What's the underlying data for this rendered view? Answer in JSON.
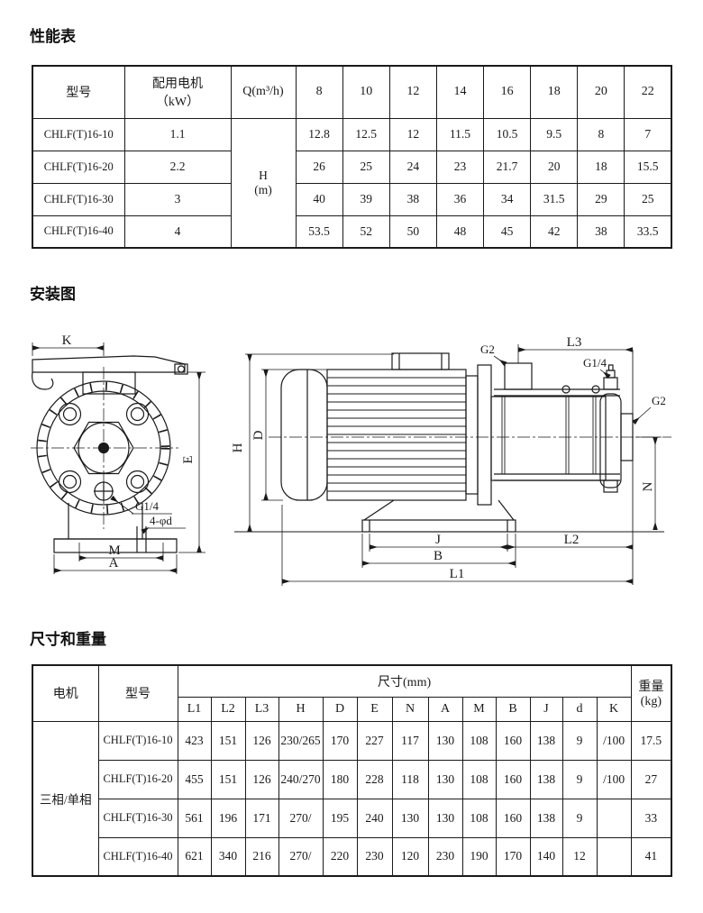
{
  "sections": {
    "performance": "性能表",
    "installation": "安装图",
    "dimensions": "尺寸和重量"
  },
  "performance_table": {
    "col_model": "型号",
    "col_motor_line1": "配用电机",
    "col_motor_line2": "（kW）",
    "col_q": "Q(m³/h)",
    "flow_values": [
      "8",
      "10",
      "12",
      "14",
      "16",
      "18",
      "20",
      "22"
    ],
    "h_unit_line1": "H",
    "h_unit_line2": "(m)",
    "rows": [
      {
        "model": "CHLF(T)16-10",
        "power": "1.1",
        "heads": [
          "12.8",
          "12.5",
          "12",
          "11.5",
          "10.5",
          "9.5",
          "8",
          "7"
        ]
      },
      {
        "model": "CHLF(T)16-20",
        "power": "2.2",
        "heads": [
          "26",
          "25",
          "24",
          "23",
          "21.7",
          "20",
          "18",
          "15.5"
        ]
      },
      {
        "model": "CHLF(T)16-30",
        "power": "3",
        "heads": [
          "40",
          "39",
          "38",
          "36",
          "34",
          "31.5",
          "29",
          "25"
        ]
      },
      {
        "model": "CHLF(T)16-40",
        "power": "4",
        "heads": [
          "53.5",
          "52",
          "50",
          "48",
          "45",
          "42",
          "38",
          "33.5"
        ]
      }
    ]
  },
  "diagram": {
    "front": {
      "k": "K",
      "e": "E",
      "m": "M",
      "a": "A",
      "drain_port": "G1/4",
      "base_holes": "4-φd"
    },
    "side": {
      "h": "H",
      "d": "D",
      "g2_top": "G2",
      "l3": "L3",
      "g14": "G1/4",
      "g2_right": "G2",
      "n": "N",
      "j": "J",
      "b": "B",
      "l1": "L1",
      "l2": "L2"
    }
  },
  "dimension_table": {
    "col_motor": "电机",
    "col_model": "型号",
    "col_dims": "尺寸(mm)",
    "col_weight_line1": "重量",
    "col_weight_line2": "(kg)",
    "dim_headers": [
      "L1",
      "L2",
      "L3",
      "H",
      "D",
      "E",
      "N",
      "A",
      "M",
      "B",
      "J",
      "d",
      "K"
    ],
    "motor_type": "三相/单相",
    "rows": [
      {
        "model": "CHLF(T)16-10",
        "dims": [
          "423",
          "151",
          "126",
          "230/265",
          "170",
          "227",
          "117",
          "130",
          "108",
          "160",
          "138",
          "9",
          "/100"
        ],
        "weight": "17.5"
      },
      {
        "model": "CHLF(T)16-20",
        "dims": [
          "455",
          "151",
          "126",
          "240/270",
          "180",
          "228",
          "118",
          "130",
          "108",
          "160",
          "138",
          "9",
          "/100"
        ],
        "weight": "27"
      },
      {
        "model": "CHLF(T)16-30",
        "dims": [
          "561",
          "196",
          "171",
          "270/",
          "195",
          "240",
          "130",
          "130",
          "108",
          "160",
          "138",
          "9",
          ""
        ],
        "weight": "33"
      },
      {
        "model": "CHLF(T)16-40",
        "dims": [
          "621",
          "340",
          "216",
          "270/",
          "220",
          "230",
          "120",
          "230",
          "190",
          "170",
          "140",
          "12",
          ""
        ],
        "weight": "41"
      }
    ]
  }
}
